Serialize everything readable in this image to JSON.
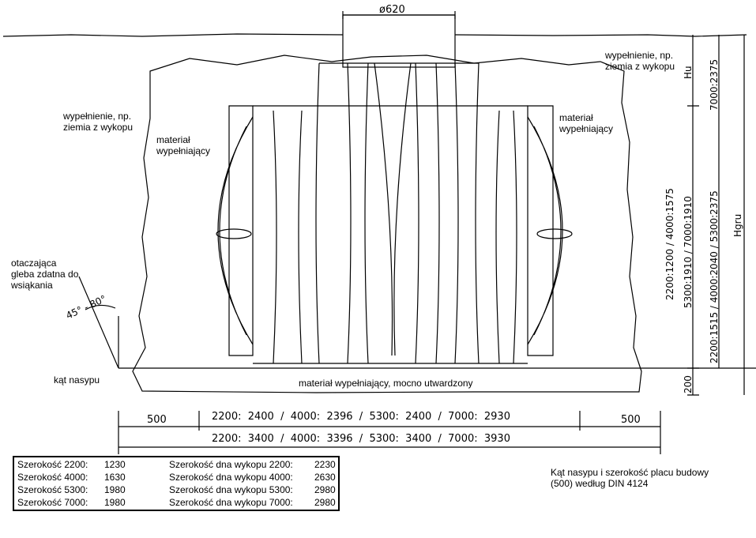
{
  "labels": {
    "top_diameter": "ø620",
    "fill_top_right": [
      "wypełnienie, np.",
      "ziemia z wykopu"
    ],
    "fill_left": [
      "wypełnienie, np.",
      "ziemia z wykopu"
    ],
    "material_left": [
      "materiał",
      "wypełniający"
    ],
    "material_right": [
      "materiał",
      "wypełniający"
    ],
    "surrounding_soil": [
      "otaczająca",
      "gleba zdatna do",
      "wsiąkania"
    ],
    "angle": "45° - 80°",
    "slope_angle": "kąt nasypu",
    "bottom_material": "materiał wypełniający, mocno utwardzony",
    "hu": "Hu",
    "hgru": "Hgru",
    "dim_200": "200",
    "dim_vert_top": "7000:2375",
    "dim_vert_1": "2200:1200 / 4000:1575",
    "dim_vert_2": "5300:1910 / 7000:1910",
    "dim_vert_3": "2200:1515 / 4000:2040 / 5300:2375",
    "dim_left_500": "500",
    "dim_right_500": "500",
    "dim_row1": "2200:  2400  /  4000:  2396  /  5300:  2400  /  7000:  2930",
    "dim_row2": "2200:  3400  /  4000:  3396  /  5300:  3400  /  7000:  3930",
    "din_note": [
      "Kąt nasypu i szerokość placu budowy",
      "(500) według DIN 4124"
    ]
  },
  "spec_table": [
    {
      "w_label": "Szerokość 2200:",
      "w_value": "1230",
      "b_label": "Szerokość dna wykopu 2200:",
      "b_value": "2230"
    },
    {
      "w_label": "Szerokość 4000:",
      "w_value": "1630",
      "b_label": "Szerokość dna wykopu 4000:",
      "b_value": "2630"
    },
    {
      "w_label": "Szerokość 5300:",
      "w_value": "1980",
      "b_label": "Szerokość dna wykopu 5300:",
      "b_value": "2980"
    },
    {
      "w_label": "Szerokość 7000:",
      "w_value": "1980",
      "b_label": "Szerokość dna wykopu 7000:",
      "b_value": "2980"
    }
  ]
}
